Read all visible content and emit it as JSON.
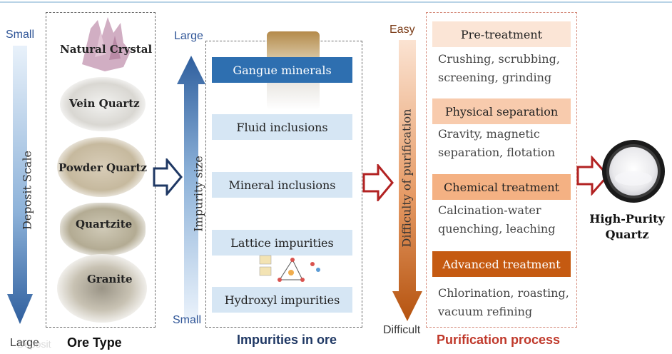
{
  "deposit_scale": {
    "top_label": "Small",
    "bottom_label": "Large",
    "axis_label": "Deposit Scale"
  },
  "ore_type": {
    "caption": "Ore Type",
    "items": [
      {
        "name": "Natural Crystal"
      },
      {
        "name": "Vein Quartz"
      },
      {
        "name": "Powder Quartz"
      },
      {
        "name": "Quartzite"
      },
      {
        "name": "Granite"
      }
    ]
  },
  "impurity_size": {
    "top_label": "Large",
    "bottom_label": "Small",
    "axis_label": "Impurity size"
  },
  "impurities": {
    "caption": "Impurities in ore",
    "items": [
      {
        "label": "Gangue minerals"
      },
      {
        "label": "Fluid inclusions"
      },
      {
        "label": "Mineral inclusions"
      },
      {
        "label": "Lattice impurities"
      },
      {
        "label": "Hydroxyl impurities"
      }
    ]
  },
  "difficulty": {
    "top_label": "Easy",
    "bottom_label": "Difficult",
    "axis_label": "Difficulty of purification"
  },
  "purification": {
    "caption": "Purification process",
    "steps": [
      {
        "title": "Pre-treatment",
        "desc_line1": "Crushing, scrubbing,",
        "desc_line2": "screening, grinding",
        "color": "#fbe5d6"
      },
      {
        "title": "Physical separation",
        "desc_line1": "Gravity, magnetic",
        "desc_line2": "separation, flotation",
        "color": "#f8cbad"
      },
      {
        "title": "Chemical treatment",
        "desc_line1": "Calcination-water",
        "desc_line2": "quenching, leaching",
        "color": "#f4b183"
      },
      {
        "title": "Advanced treatment",
        "desc_line1": "Chlorination, roasting,",
        "desc_line2": "vacuum refining",
        "color": "#c55a11"
      }
    ]
  },
  "result": {
    "line1": "High-Purity",
    "line2": "Quartz"
  },
  "watermark": "Deposit"
}
